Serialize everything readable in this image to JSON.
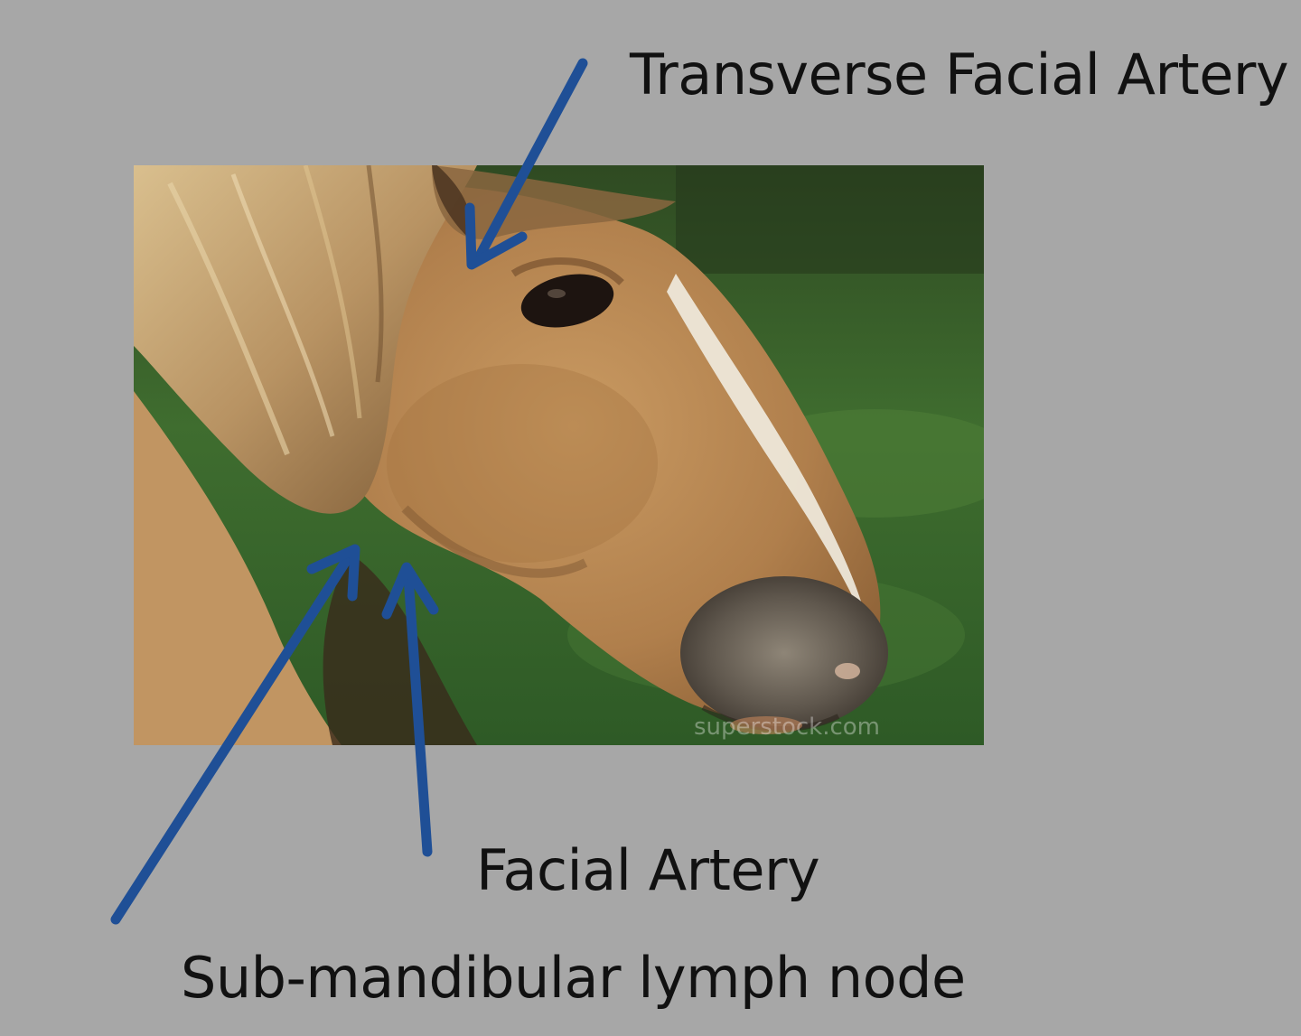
{
  "labels": {
    "transverse_facial_artery": "Transverse Facial Artery",
    "facial_artery": "Facial Artery",
    "submandibular_lymph_node": "Sub-mandibular lymph node"
  },
  "photo": {
    "subject": "horse head, side view",
    "watermark": "superstock.com"
  },
  "colors": {
    "background": "#a7a7a7",
    "arrow": "#1f4f96",
    "text": "#111111",
    "grass": "#3d6a2e",
    "coat": "#b78a57"
  },
  "icons": [
    "arrow-icon"
  ]
}
